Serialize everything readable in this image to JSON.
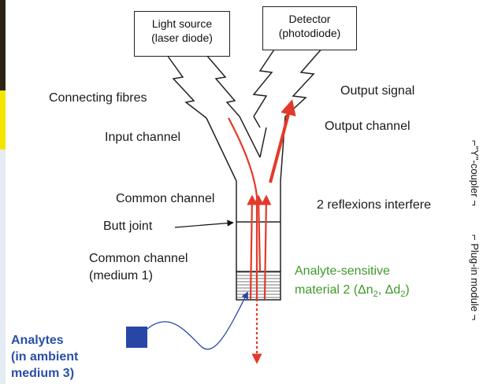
{
  "boxes": {
    "light_source": {
      "line1": "Light source",
      "line2": "(laser diode)"
    },
    "detector": {
      "line1": "Detector",
      "line2": "(photodiode)"
    }
  },
  "labels": {
    "connecting_fibres": "Connecting fibres",
    "output_signal": "Output signal",
    "input_channel": "Input channel",
    "output_channel": "Output channel",
    "common_channel": "Common channel",
    "butt_joint": "Butt joint",
    "two_reflexions": "2 reflexions interfere",
    "common_channel_2_line1": "Common channel",
    "common_channel_2_line2": "(medium 1)",
    "analyte_material_line1": "Analyte-sensitive",
    "analyte_material_line2": "material 2 (Δn",
    "analyte_material_sub1": "2",
    "analyte_material_mid": ", Δd",
    "analyte_material_sub2": "2",
    "analyte_material_end": ")",
    "analytes_line1": "Analytes",
    "analytes_line2": "(in ambient",
    "analytes_line3": "medium 3)"
  },
  "side_brackets": {
    "y_coupler": "⌐\"Y\"-coupler ¬",
    "plug_in": "⌐ Plug-in module ¬"
  },
  "colors": {
    "ray": "#e23a2a",
    "analyte_square": "#2746a6",
    "analyte_text": "#2a4fa8",
    "material_text": "#3f9a2a",
    "left_strip_dark": "#2b2416",
    "left_strip_yellow": "#f2e600",
    "left_strip_light": "#e6ecf4"
  }
}
